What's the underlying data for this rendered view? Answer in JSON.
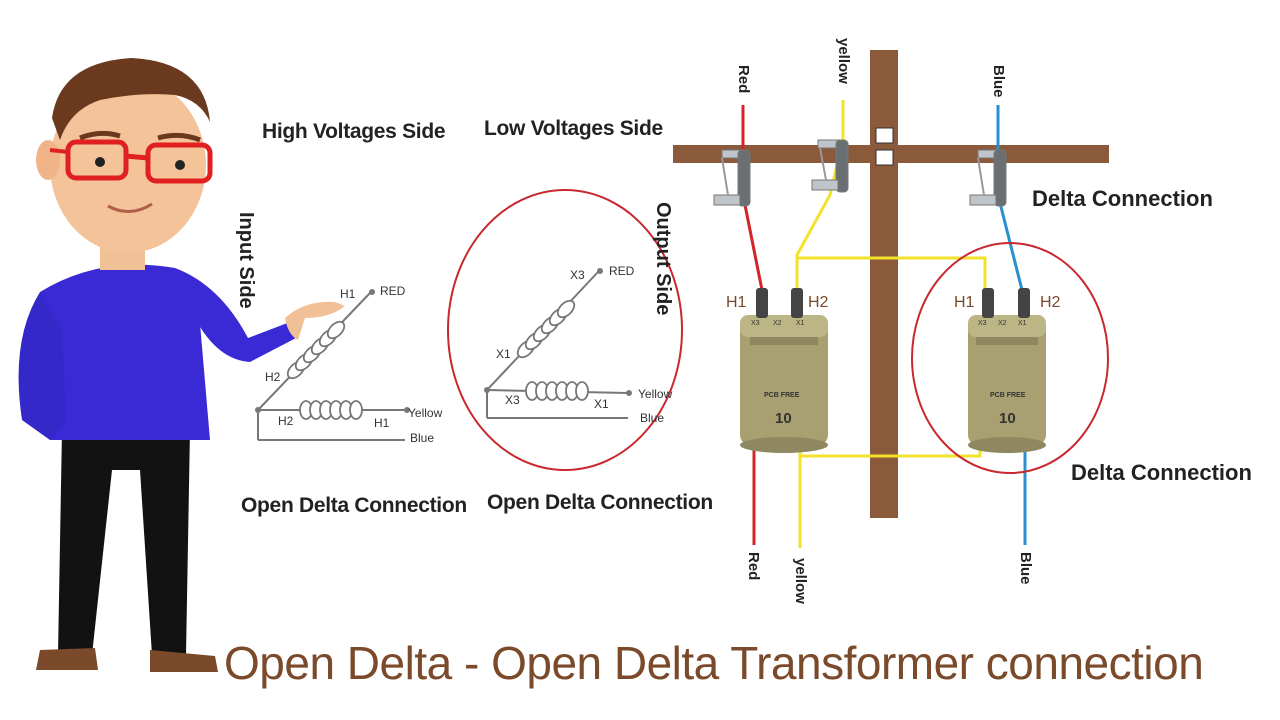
{
  "labels": {
    "high_side": "High Voltages Side",
    "low_side": "Low Voltages Side",
    "input_side": "Input Side",
    "output_side": "Output Side",
    "caption_left": "Open Delta Connection",
    "caption_right": "Open Delta Connection",
    "delta_top": "Delta Connection",
    "delta_bottom": "Delta Connection",
    "title": "Open Delta - Open Delta Transformer connection"
  },
  "hv_diagram": {
    "h1_top": "H1",
    "red": "RED",
    "h2_top": "H2",
    "h2_bottom": "H2",
    "h1_bottom": "H1",
    "yellow": "Yellow",
    "blue": "Blue"
  },
  "lv_diagram": {
    "x3_top": "X3",
    "red": "RED",
    "x1_top": "X1",
    "x3_bottom": "X3",
    "x1_bottom": "X1",
    "yellow": "Yellow",
    "blue": "Blue"
  },
  "wires": {
    "red_top": "Red",
    "yellow_top": "yellow",
    "blue_top": "Blue",
    "red_bottom": "Red",
    "yellow_bottom": "yellow",
    "blue_bottom": "Blue"
  },
  "transformers": [
    {
      "h1": "H1",
      "h2": "H2",
      "x3": "X3",
      "x2": "X2",
      "x1": "X1",
      "badge": "PCB FREE",
      "rating": "10"
    },
    {
      "h1": "H1",
      "h2": "H2",
      "x3": "X3",
      "x2": "X2",
      "x1": "X1",
      "badge": "PCB FREE",
      "rating": "10"
    }
  ],
  "colors": {
    "red_wire": "#d4242a",
    "yellow_wire": "#f2e22a",
    "blue_wire": "#2a8fd0",
    "pole": "#8a5a3a",
    "circle": "#c8282e",
    "title": "#7a4a2a",
    "shirt": "#3a2ad6"
  }
}
